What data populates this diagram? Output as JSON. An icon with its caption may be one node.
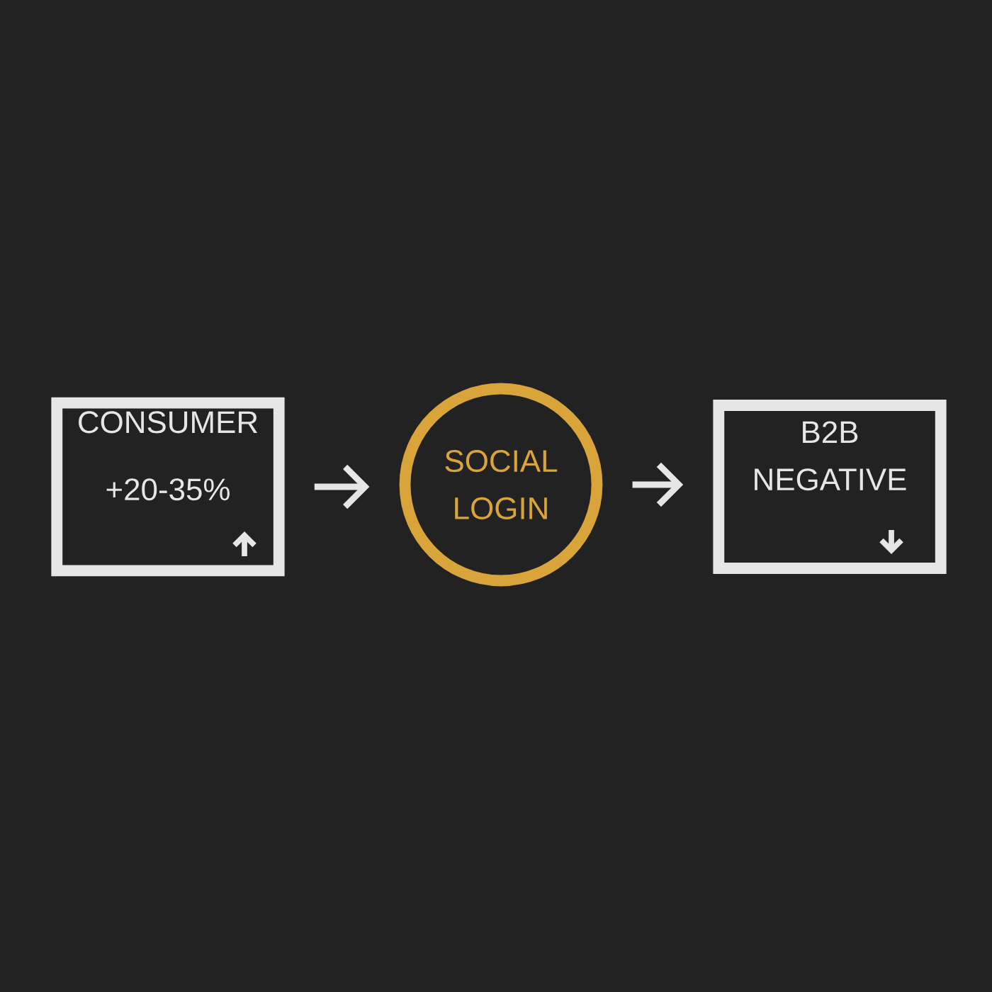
{
  "diagram": {
    "nodes": [
      {
        "text": [
          "CONSUMER",
          "+20-35%"
        ]
      },
      {
        "text": [
          "SOCIAL LOGIN"
        ]
      },
      {
        "text": [
          "B2B NEGATIVE"
        ]
      }
    ],
    "edges": [
      {
        "from": 0,
        "to": 1,
        "arrow": "to"
      },
      {
        "from": 1,
        "to": 2,
        "arrow": "to"
      }
    ]
  }
}
